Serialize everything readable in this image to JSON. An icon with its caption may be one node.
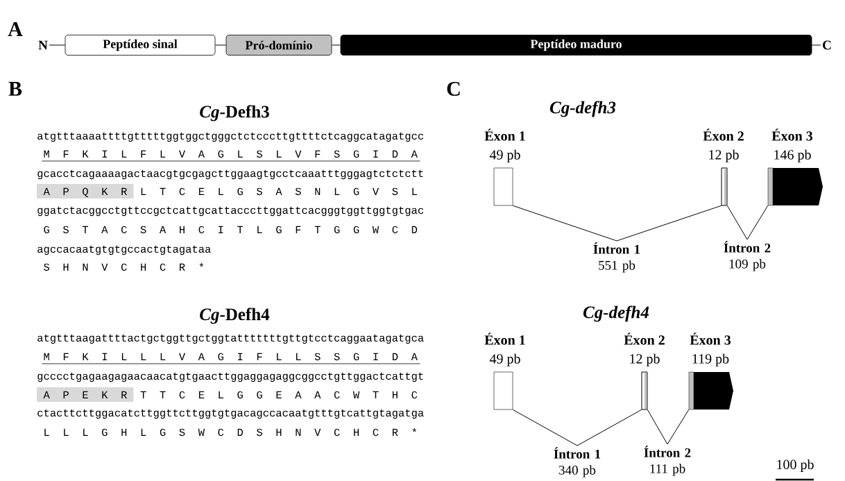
{
  "diagram": {
    "nodes": [
      {
        "text": [
          "N"
        ]
      },
      {
        "text": [
          "Peptídeo sinal"
        ]
      },
      {
        "text": [
          "Pró-domínio"
        ]
      },
      {
        "text": [
          "Peptídeo maduro"
        ]
      },
      {
        "text": [
          "C"
        ]
      },
      {
        "text": [
          "Éxon 1",
          "49 pb"
        ]
      },
      {
        "text": [
          "Éxon 2",
          "12 pb"
        ]
      },
      {
        "text": [
          "Éxon 3",
          "146 pb"
        ]
      },
      {
        "text": [
          "Éxon 1",
          "49 pb"
        ]
      },
      {
        "text": [
          "Éxon 2",
          "12 pb"
        ]
      },
      {
        "text": [
          "Éxon 3",
          "119 pb"
        ]
      }
    ],
    "edges": [
      {
        "from": 0,
        "to": 1,
        "arrow": "none"
      },
      {
        "from": 1,
        "to": 2,
        "arrow": "none"
      },
      {
        "from": 2,
        "to": 3,
        "arrow": "none"
      },
      {
        "from": 3,
        "to": 4,
        "arrow": "none"
      },
      {
        "from": 5,
        "to": 6,
        "arrow": "none",
        "label": "**Íntron 1** 551 pb"
      },
      {
        "from": 6,
        "to": 7,
        "arrow": "none",
        "label": "**Íntron 2** 109 pb"
      },
      {
        "from": 8,
        "to": 9,
        "arrow": "none",
        "label": "**Íntron 1** 340 pb"
      },
      {
        "from": 9,
        "to": 10,
        "arrow": "none",
        "label": "**Íntron 2** 111 pb"
      }
    ],
    "labels": [
      "A",
      "B",
      "*Cg*-Defh3",
      "atgtttaaaattttgtttttggtggctgggctctcccttgttttctcaggcatagatgcc",
      "M F K I L F L V A G L S L V F S G I D A",
      "gcacctcagaaaagactaacgtgcgagcttggaagtgcctcaaatttgggagtctctctt",
      "A P Q K R L T C E L G S A S N L G V S L",
      "ggatctacggcctgttccgctcattgcattacccttggattcacgggtggttggtgtgac",
      "G S T A C S A H C I T L G F T G G W C D",
      "agccacaatgtgtgccactgtagataa",
      "S H N V C H C R *",
      "*Cg*-Defh4",
      "atgtttaagattttactgctggttgctggtatttttttgttgtcctcaggaatagatgca",
      "M F K I L L L V A G I F L L S S G I D A",
      "gcccctgagaagagaacaacatgtgaacttggaggagaggcggcctgttggactcattgt",
      "A P E K R T T C E L G G E A A C W T H C",
      "ctacttcttggacatcttggttcttggtgtgacagccacaatgtttgtcattgtagatga",
      "L L L G H L G S W C D S H N V C H C R *",
      "C",
      "Cg-defh3",
      "Cg-defh4",
      "100 pb"
    ]
  }
}
